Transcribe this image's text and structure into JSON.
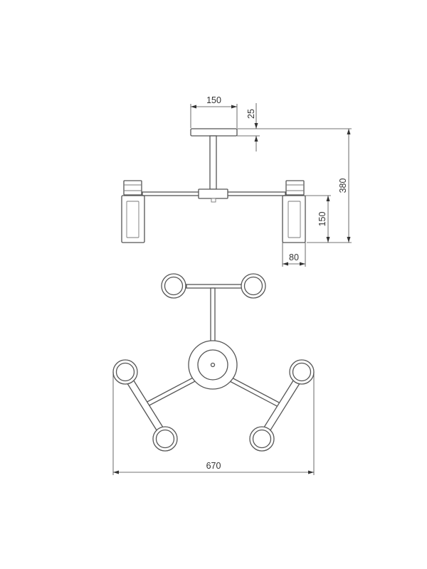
{
  "dimensions": {
    "canopy_width": "150",
    "canopy_height": "25",
    "total_height": "380",
    "shade_height": "150",
    "shade_width": "80",
    "total_width": "670"
  },
  "colors": {
    "line": "#555555",
    "dimension": "#444444",
    "background": "#ffffff"
  }
}
